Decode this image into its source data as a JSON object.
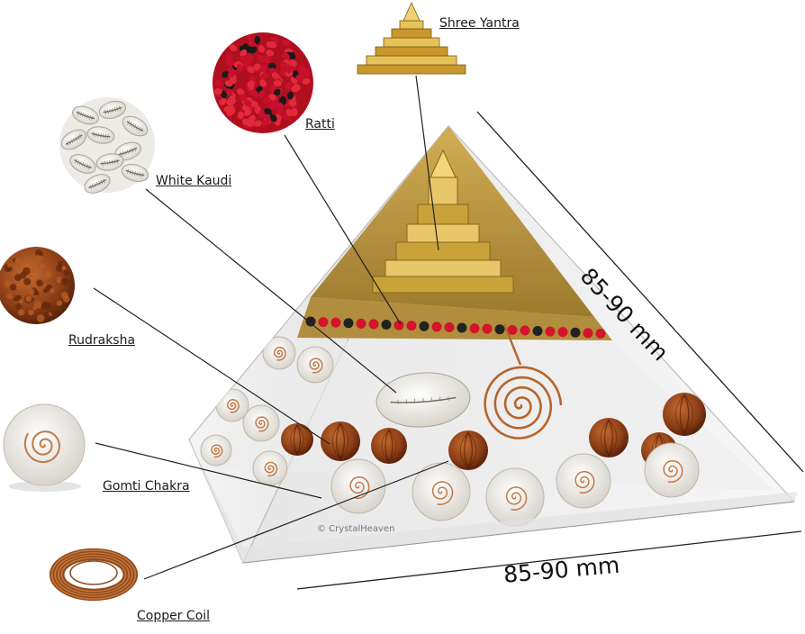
{
  "labels": {
    "shree_yantra": "Shree Yantra",
    "ratti": "Ratti",
    "white_kaudi": "White Kaudi",
    "rudraksha": "Rudraksha",
    "gomti_chakra": "Gomti Chakra",
    "copper_coil": "Copper Coil"
  },
  "dimensions": {
    "side": "85-90 mm",
    "base": "85-90 mm"
  },
  "watermark": "© CrystalHeaven",
  "icons": [
    "shree-yantra-icon",
    "ratti-seeds-icon",
    "white-kaudi-icon",
    "rudraksha-icon",
    "gomti-chakra-icon",
    "copper-coil-icon",
    "orgone-pyramid"
  ],
  "colors": {
    "gold": "#c9a23a",
    "ratti_red": "#c8102e",
    "rudraksha_brown": "#8a3d16",
    "copper": "#b5652d",
    "shell_white": "#f1ede4"
  }
}
